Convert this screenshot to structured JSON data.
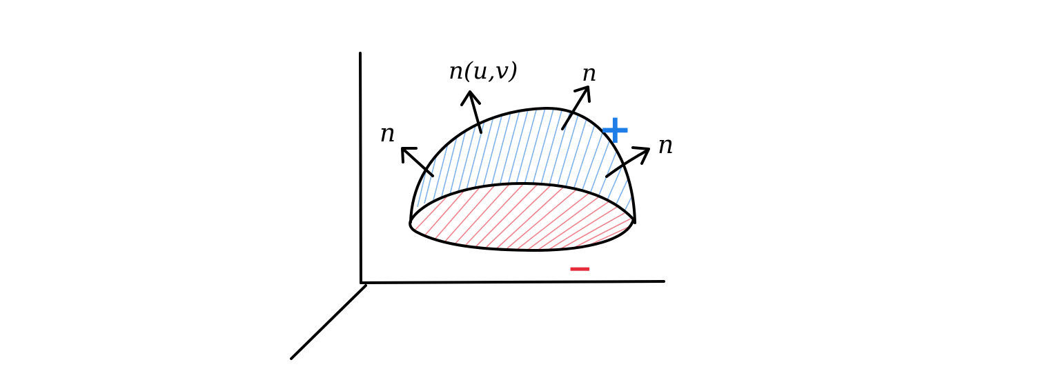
{
  "labels": {
    "normal_top": "n(u,v)",
    "normal_left": "n",
    "normal_upper_right": "n",
    "normal_right": "n",
    "positive_side": "+",
    "negative_side": "−"
  },
  "colors": {
    "ink": "#000000",
    "positive": "#1e7de6",
    "negative": "#e52a3a",
    "positive_hatch": "#6aa5e8",
    "negative_hatch": "#ec6d78"
  }
}
